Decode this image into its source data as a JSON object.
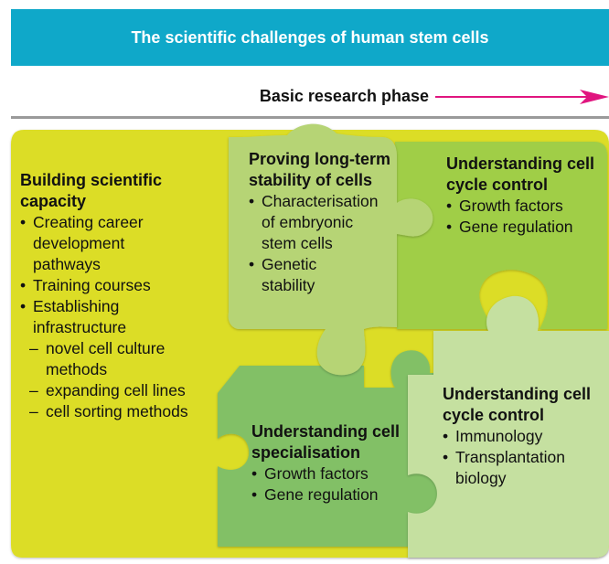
{
  "title": "The scientific challenges of human stem cells",
  "phase_label": "Basic research phase",
  "colors": {
    "title_bar": "#0fa8c9",
    "arrow": "#e0157f",
    "piece_yellow": "#dcdd28",
    "piece_light_green": "#b6d474",
    "piece_top_right": "#a0ce46",
    "piece_mid_green": "#82c066",
    "piece_pale_green": "#c5e0a0"
  },
  "pieces": {
    "building": {
      "heading": "Building scientific capacity",
      "bullets": [
        "Creating career development pathways",
        "Training courses",
        "Establishing infrastructure"
      ],
      "sub_items": [
        "novel cell culture methods",
        "expanding cell lines",
        "cell sorting methods"
      ]
    },
    "proving": {
      "heading": "Proving long-term stability of cells",
      "bullets": [
        "Characterisation of embryonic stem cells",
        "Genetic stability"
      ]
    },
    "cycle_top": {
      "heading": "Understanding cell cycle control",
      "bullets": [
        "Growth factors",
        "Gene regulation"
      ]
    },
    "cycle_bottom": {
      "heading": "Understanding cell cycle control",
      "bullets": [
        "Immunology",
        "Transplantation biology"
      ]
    },
    "specialisation": {
      "heading": "Understanding cell specialisation",
      "bullets": [
        "Growth factors",
        "Gene regulation"
      ]
    }
  }
}
